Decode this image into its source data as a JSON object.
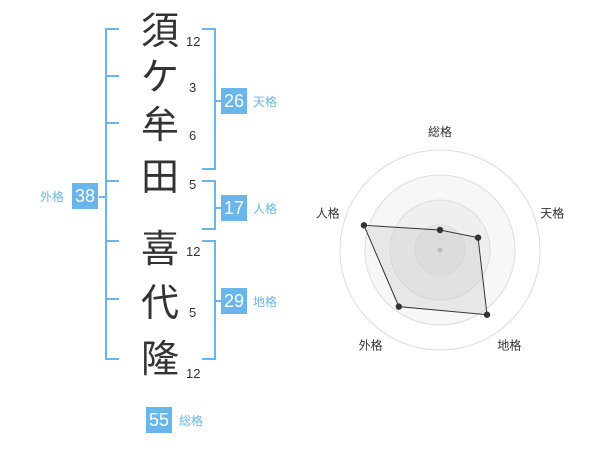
{
  "name": {
    "characters": [
      {
        "char": "須",
        "strokes": "12"
      },
      {
        "char": "ケ",
        "strokes": "3"
      },
      {
        "char": "牟",
        "strokes": "6"
      },
      {
        "char": "田",
        "strokes": "5"
      },
      {
        "char": "喜",
        "strokes": "12"
      },
      {
        "char": "代",
        "strokes": "5"
      },
      {
        "char": "隆",
        "strokes": "12"
      }
    ]
  },
  "fortune": {
    "tenkaku": {
      "value": "26",
      "label": "天格"
    },
    "jinkaku": {
      "value": "17",
      "label": "人格"
    },
    "chikaku": {
      "value": "29",
      "label": "地格"
    },
    "gaikaku": {
      "value": "38",
      "label": "外格"
    },
    "soukaku": {
      "value": "55",
      "label": "総格"
    }
  },
  "radar": {
    "axes": [
      "総格",
      "天格",
      "地格",
      "外格",
      "人格"
    ],
    "levels": 4,
    "values": [
      1,
      2,
      4,
      3.5,
      4
    ],
    "max": 5
  },
  "colors": {
    "accent": "#68b6ec",
    "radar_fill": "#e8e8e8",
    "radar_stroke": "#333333"
  }
}
